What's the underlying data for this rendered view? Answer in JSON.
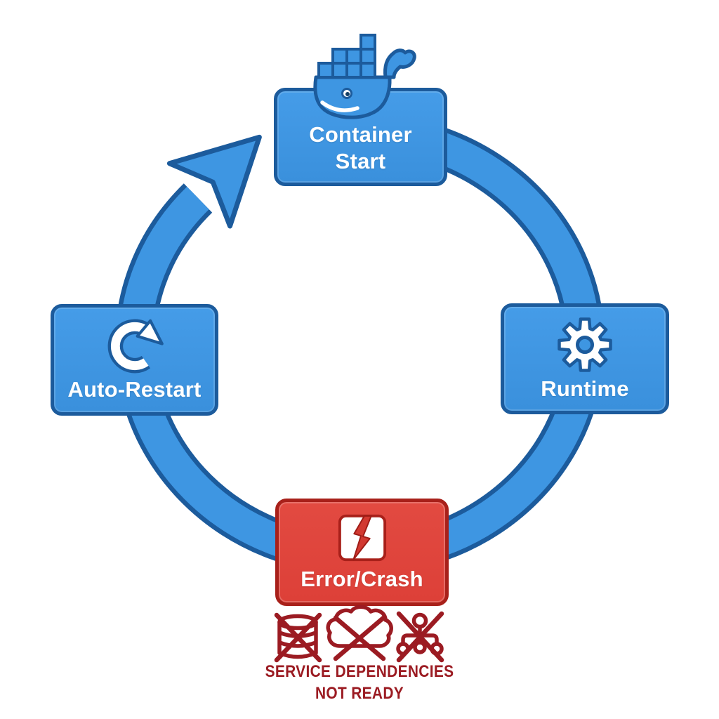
{
  "diagram": {
    "type": "cycle",
    "direction": "clockwise",
    "nodes": {
      "container_start": {
        "line1": "Container",
        "line2": "Start",
        "icon": "docker-whale-icon",
        "color": "blue"
      },
      "runtime": {
        "label": "Runtime",
        "icon": "gear-icon",
        "color": "blue"
      },
      "error_crash": {
        "label": "Error/Crash",
        "icon": "broken-container-icon",
        "color": "red"
      },
      "auto_restart": {
        "label": "Auto-Restart",
        "icon": "refresh-icon",
        "color": "blue"
      }
    },
    "caption": {
      "line1": "SERVICE DEPENDENCIES",
      "line2": "NOT READY",
      "icons": [
        "database-crossed-icon",
        "cloud-crossed-icon",
        "network-crossed-icon"
      ]
    },
    "colors": {
      "node_blue": "#3e96e2",
      "node_blue_border": "#1c5b9c",
      "node_red": "#e0453c",
      "node_red_border": "#a8201a",
      "alert_red": "#9b1b22",
      "background": "#ffffff"
    }
  }
}
